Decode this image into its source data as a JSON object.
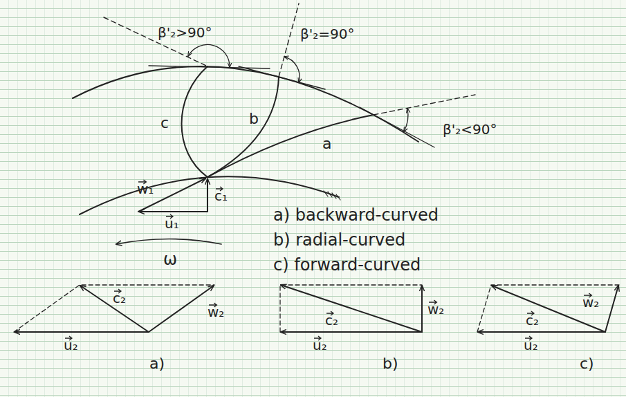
{
  "diagram": {
    "labels": [
      "β'₂>90°",
      "β'₂=90°",
      "β'₂<90°",
      "c",
      "b",
      "a",
      "w₁",
      "c₁",
      "u₁",
      "ω",
      "a) backward-curved",
      "b) radial-curved",
      "c) forward-curved",
      "c₂",
      "w₂",
      "u₂",
      "a)",
      "c₂",
      "w₂",
      "u₂",
      "b)",
      "c₂",
      "w₂",
      "u₂",
      "c)"
    ]
  }
}
